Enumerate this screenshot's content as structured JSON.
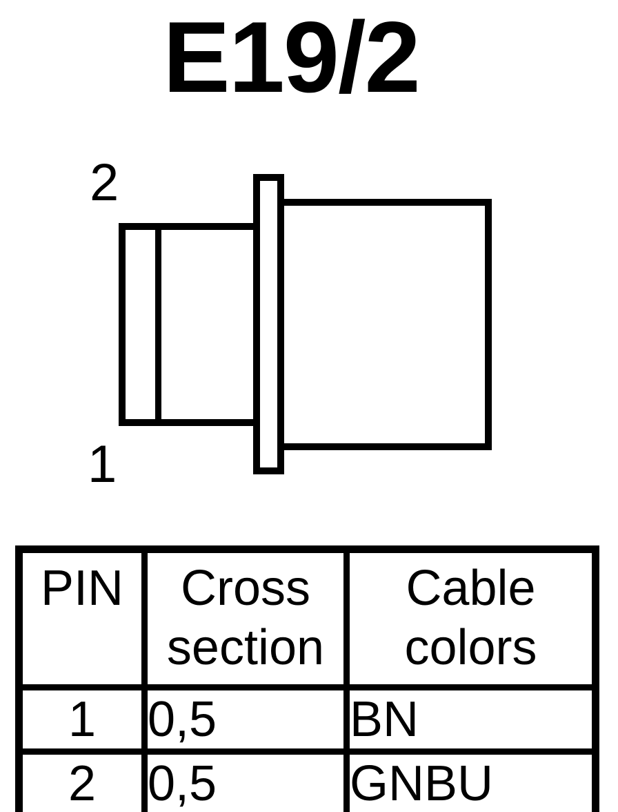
{
  "title": "E19/2",
  "figure": {
    "pin_top_label": "2",
    "pin_bottom_label": "1"
  },
  "table": {
    "headers": {
      "pin": "PIN",
      "cross_section": "Cross section",
      "cable_colors": "Cable colors"
    },
    "rows": [
      {
        "pin": "1",
        "cross_section": "0,5",
        "cable_color": "BN"
      },
      {
        "pin": "2",
        "cross_section": "0,5",
        "cable_color": "GNBU"
      }
    ]
  },
  "colors": {
    "ink": "#000000",
    "background": "#ffffff"
  }
}
